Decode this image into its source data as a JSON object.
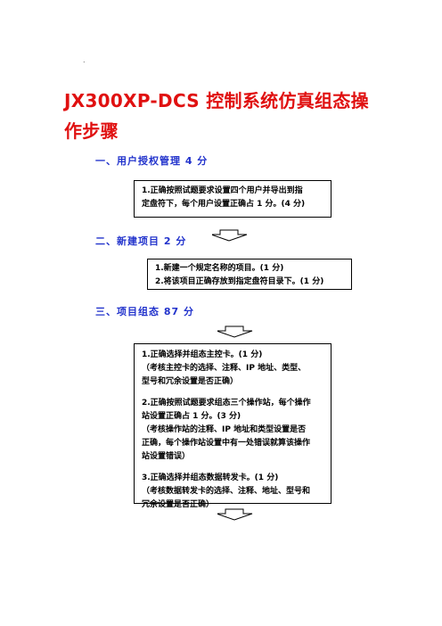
{
  "doc": {
    "dot": ".",
    "title": "JX300XP-DCS 控制系统仿真组态操作步骤"
  },
  "sections": [
    {
      "label": "一、用户授权管理 4 分"
    },
    {
      "label": "二、新建项目  2 分"
    },
    {
      "label": "三、项目组态  87 分"
    }
  ],
  "box1": {
    "line1": "1.正确按照试题要求设置四个用户并导出到指",
    "line2": "定盘符下，每个用户设置正确占 1 分。(4 分)"
  },
  "box2": {
    "line1": "1.新建一个规定名称的项目。(1 分)",
    "line2": "2.将该项目正确存放到指定盘符目录下。(1 分)"
  },
  "box3": {
    "item1": [
      "1.正确选择并组态主控卡。(1 分)",
      "（考核主控卡的选择、注释、IP 地址、类型、",
      "型号和冗余设置是否正确）"
    ],
    "item2": [
      "2.正确按照试题要求组态三个操作站，每个操作",
      "站设置正确占 1 分。(3 分)",
      "（考核操作站的注释、IP 地址和类型设置是否",
      "正确，每个操作站设置中有一处错误就算该操作",
      "站设置错误）"
    ],
    "item3": [
      "3.正确选择并组态数据转发卡。(1 分)",
      "（考核数据转发卡的选择、注释、地址、型号和",
      "冗余设置是否正确）"
    ]
  }
}
